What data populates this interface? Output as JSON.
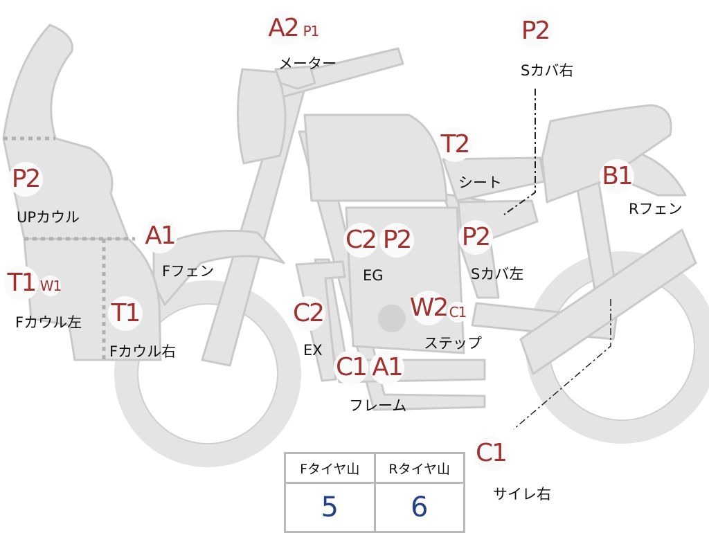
{
  "parts": [
    {
      "id": "meter",
      "codes": [
        "A2",
        "P1"
      ],
      "label": "メーター"
    },
    {
      "id": "s-cover-right",
      "codes": [
        "P2"
      ],
      "label": "Sカバ右"
    },
    {
      "id": "up-cowl",
      "codes": [
        "P2"
      ],
      "label": "UPカウル"
    },
    {
      "id": "f-fender",
      "codes": [
        "A1"
      ],
      "label": "Fフェン"
    },
    {
      "id": "f-cowl-left",
      "codes": [
        "T1",
        "W1"
      ],
      "label": "Fカウル左"
    },
    {
      "id": "f-cowl-right",
      "codes": [
        "T1"
      ],
      "label": "Fカウル右"
    },
    {
      "id": "seat",
      "codes": [
        "T2"
      ],
      "label": "シート"
    },
    {
      "id": "r-fender",
      "codes": [
        "B1"
      ],
      "label": "Rフェン"
    },
    {
      "id": "engine",
      "codes": [
        "C2",
        "P2"
      ],
      "label": "EG"
    },
    {
      "id": "s-cover-left",
      "codes": [
        "P2"
      ],
      "label": "Sカバ左"
    },
    {
      "id": "exhaust",
      "codes": [
        "C2"
      ],
      "label": "EX"
    },
    {
      "id": "step",
      "codes": [
        "W2",
        "C1"
      ],
      "label": "ステップ"
    },
    {
      "id": "frame",
      "codes": [
        "C1",
        "A1"
      ],
      "label": "フレーム"
    },
    {
      "id": "silencer-right",
      "codes": [
        "C1"
      ],
      "label": "サイレ右"
    }
  ],
  "tires": {
    "front_label": "Fタイヤ山",
    "front_value": "5",
    "rear_label": "Rタイヤ山",
    "rear_value": "6"
  },
  "colors": {
    "code": "#a0312f",
    "tire_value": "#23418a",
    "part_fill": "#e4e4e4"
  }
}
